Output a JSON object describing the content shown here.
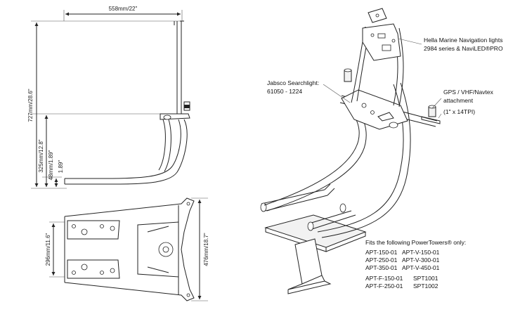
{
  "dimensions": {
    "width_top": "558mm/22\"",
    "height_total": "727mm/28.6\"",
    "height_mid": "325mm/12.8\"",
    "height_low": "48mm/1.89\"",
    "base_width": "296mm/11.6\"",
    "base_length": "476mm/18.7\""
  },
  "callouts": {
    "hella_line1": "Hella Marine Navigation lights",
    "hella_line2": "2984 series & NaviLED®PRO",
    "jabsco_line1": "Jabsco Searchlight:",
    "jabsco_line2": "61050 - 1224",
    "gps_line1": "GPS / VHF/Navtex",
    "gps_line2": "attachment",
    "gps_line3": "(1\" x 14TPI)"
  },
  "fits": {
    "heading": "Fits the following PowerTowers® only:",
    "col1": [
      "APT-150-01",
      "APT-250-01",
      "APT-350-01"
    ],
    "col2": [
      "APT-V-150-01",
      "APT-V-300-01",
      "APT-V-450-01"
    ],
    "col3": [
      "APT-F-150-01",
      "APT-F-250-01"
    ],
    "col4": [
      "SPT1001",
      "SPT1002"
    ]
  }
}
